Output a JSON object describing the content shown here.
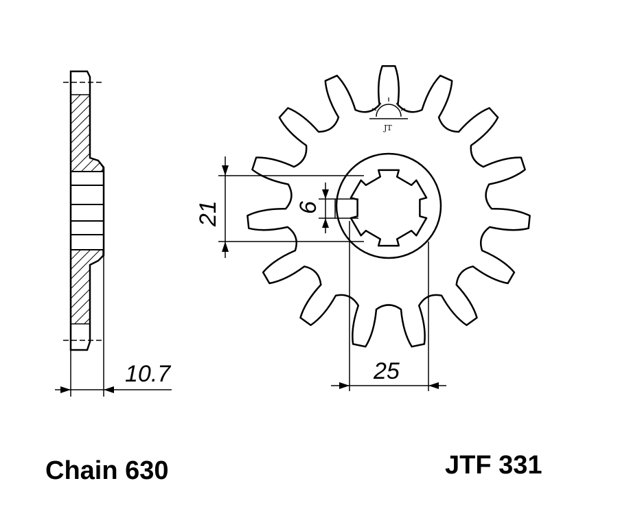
{
  "dimensions": {
    "thickness": "10.7",
    "bore_flat": "21",
    "spline_width": "6",
    "spline_diameter": "25"
  },
  "labels": {
    "chain": "Chain 630",
    "part_number": "JTF 331"
  },
  "logo": {
    "mark": "JT"
  },
  "sprocket": {
    "teeth": 15
  },
  "colors": {
    "line": "#000000",
    "background": "#ffffff"
  }
}
